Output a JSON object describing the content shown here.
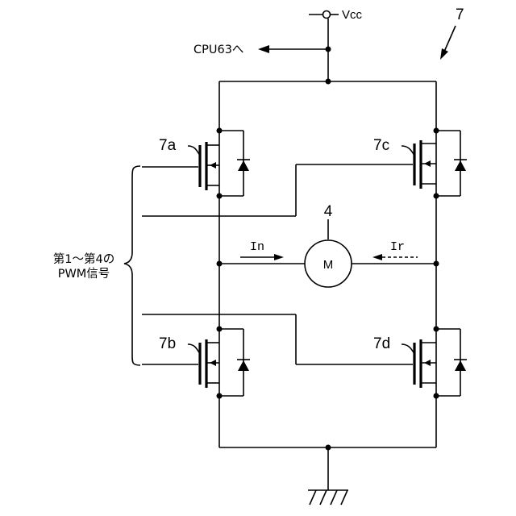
{
  "figure_ref": "7",
  "supply_label": "Vcc",
  "cpu_label": "CPU63へ",
  "motor": {
    "ref": "4",
    "symbol": "M"
  },
  "currents": {
    "forward": "In",
    "reverse": "Ir"
  },
  "transistors": [
    {
      "id": "7a"
    },
    {
      "id": "7b"
    },
    {
      "id": "7c"
    },
    {
      "id": "7d"
    }
  ],
  "signals_label": {
    "line1": "第1～第4の",
    "line2": "PWM信号"
  }
}
